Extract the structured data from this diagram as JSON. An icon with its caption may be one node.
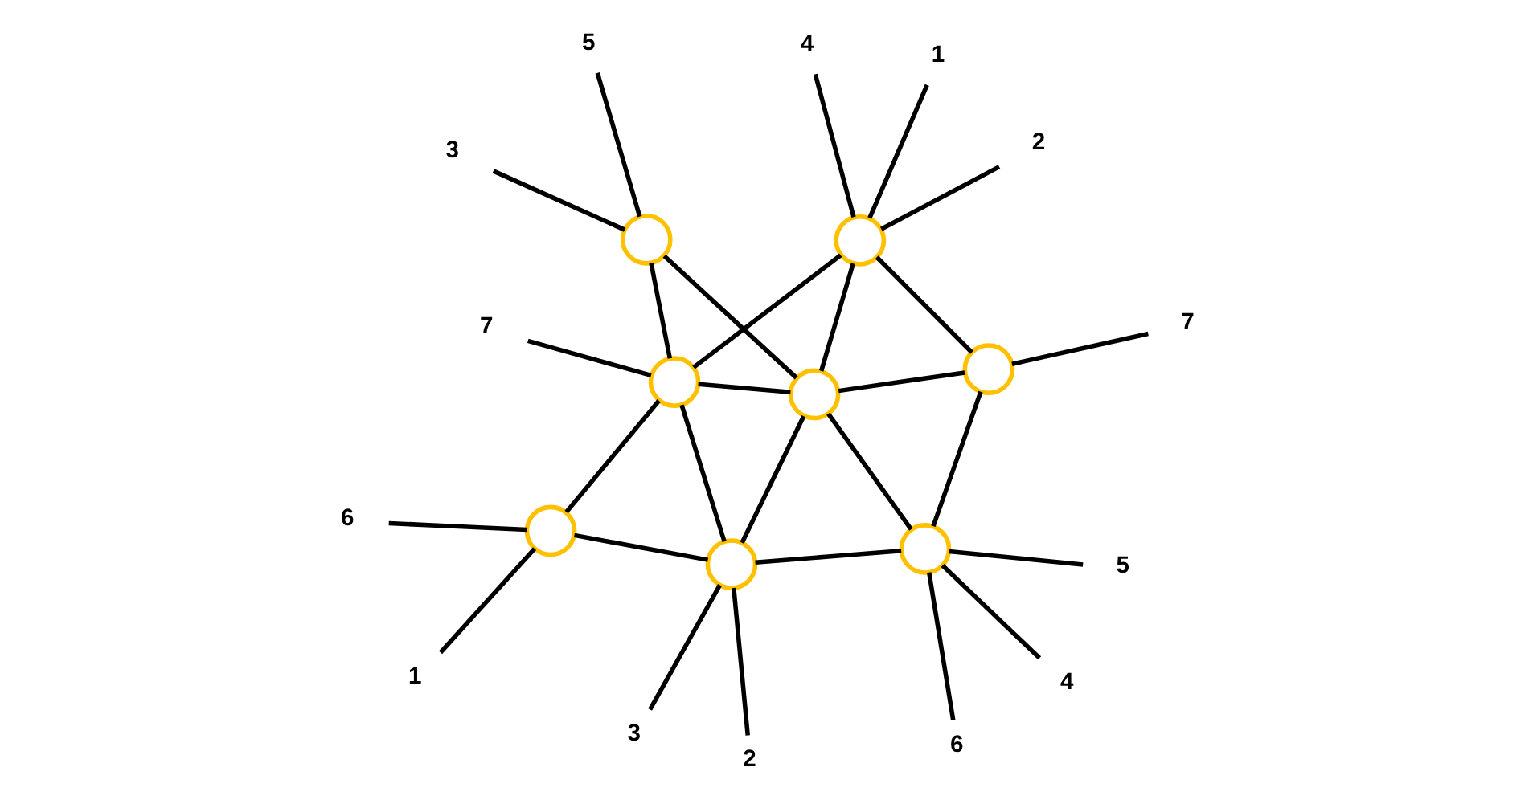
{
  "diagram": {
    "nodes": [
      {
        "text": [
          "2"
        ]
      },
      {
        "text": [
          "4"
        ]
      },
      {
        "text": [
          "1"
        ]
      },
      {
        "text": [
          "3"
        ]
      },
      {
        "text": [
          "5"
        ]
      },
      {
        "text": [
          "6"
        ]
      },
      {
        "text": [],
        "shape": "circle"
      },
      {
        "text": [],
        "shape": "circle"
      },
      {
        "text": [
          "6"
        ]
      },
      {
        "text": [],
        "shape": "circle"
      },
      {
        "text": [
          "7"
        ]
      },
      {
        "text": [],
        "shape": "circle"
      },
      {
        "text": [],
        "shape": "circle"
      },
      {
        "text": [],
        "shape": "circle"
      },
      {
        "text": [
          "7"
        ]
      },
      {
        "text": [],
        "shape": "circle"
      },
      {
        "text": [],
        "shape": "circle"
      },
      {
        "text": [
          "5"
        ]
      },
      {
        "text": [
          "3"
        ]
      },
      {
        "text": [
          "4"
        ]
      },
      {
        "text": [
          "1"
        ]
      },
      {
        "text": [
          "2"
        ]
      }
    ],
    "edges": [
      {
        "from": 2,
        "to": 6,
        "arrow": "none"
      },
      {
        "from": 6,
        "to": 11,
        "arrow": "none"
      },
      {
        "from": 11,
        "to": 16,
        "arrow": "none"
      },
      {
        "from": 16,
        "to": 20,
        "arrow": "none"
      },
      {
        "from": 0,
        "to": 7,
        "arrow": "none"
      },
      {
        "from": 7,
        "to": 12,
        "arrow": "none"
      },
      {
        "from": 12,
        "to": 16,
        "arrow": "none"
      },
      {
        "from": 16,
        "to": 21,
        "arrow": "none"
      },
      {
        "from": 3,
        "to": 7,
        "arrow": "none"
      },
      {
        "from": 7,
        "to": 11,
        "arrow": "none"
      },
      {
        "from": 11,
        "to": 15,
        "arrow": "none"
      },
      {
        "from": 15,
        "to": 18,
        "arrow": "none"
      },
      {
        "from": 1,
        "to": 9,
        "arrow": "none"
      },
      {
        "from": 9,
        "to": 13,
        "arrow": "none"
      },
      {
        "from": 13,
        "to": 16,
        "arrow": "none"
      },
      {
        "from": 16,
        "to": 19,
        "arrow": "none"
      },
      {
        "from": 4,
        "to": 9,
        "arrow": "none"
      },
      {
        "from": 9,
        "to": 12,
        "arrow": "none"
      },
      {
        "from": 12,
        "to": 15,
        "arrow": "none"
      },
      {
        "from": 15,
        "to": 17,
        "arrow": "none"
      },
      {
        "from": 5,
        "to": 6,
        "arrow": "none"
      },
      {
        "from": 6,
        "to": 7,
        "arrow": "none"
      },
      {
        "from": 7,
        "to": 9,
        "arrow": "none"
      },
      {
        "from": 9,
        "to": 8,
        "arrow": "none"
      },
      {
        "from": 10,
        "to": 11,
        "arrow": "none"
      },
      {
        "from": 11,
        "to": 12,
        "arrow": "none"
      },
      {
        "from": 12,
        "to": 13,
        "arrow": "none"
      },
      {
        "from": 13,
        "to": 14,
        "arrow": "none"
      }
    ]
  }
}
